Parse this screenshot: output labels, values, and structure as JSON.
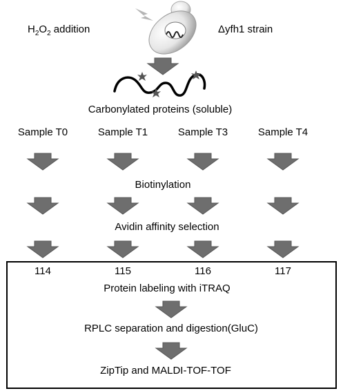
{
  "header": {
    "left_label_pre": "H",
    "left_sub1": "2",
    "left_mid": "O",
    "left_sub2": "2",
    "left_label_post": " addition",
    "right_delta": "Δ",
    "right_label": "yfh1 strain"
  },
  "carbonylated_label": "Carbonylated proteins (soluble)",
  "samples": [
    "Sample T0",
    "Sample T1",
    "Sample T3",
    "Sample T4"
  ],
  "steps": {
    "biotinylation": "Biotinylation",
    "avidin": "Avidin affinity selection"
  },
  "itraq_tags": [
    "114",
    "115",
    "116",
    "117"
  ],
  "box_steps": {
    "labeling": "Protein labeling with iTRAQ",
    "rplc": "RPLC separation and digestion(GluC)",
    "ms": "ZipTip and MALDI-TOF-TOF"
  },
  "colors": {
    "arrow": "#6e6e6e",
    "arrow_edge": "#555555",
    "cell": "#d8d8d8"
  }
}
